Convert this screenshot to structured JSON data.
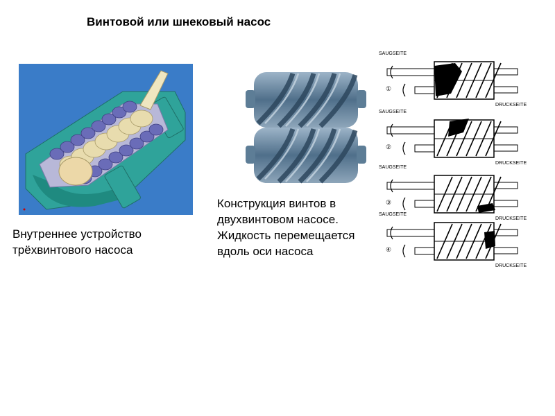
{
  "slide": {
    "title": "Винтовой или шнековый насос",
    "caption_left": [
      "Внутреннее устройство",
      "трёхвинтового насоса"
    ],
    "caption_mid": [
      "Конструкция винтов в",
      "двухвинтовом насосе.",
      "Жидкость перемещается",
      "вдоль оси насоса"
    ]
  },
  "stages": [
    {
      "number": "①",
      "suction": "SAUGSEITE",
      "pressure": "DRUCKSEITE"
    },
    {
      "number": "②",
      "suction": "SAUGSEITE",
      "pressure": "DRUCKSEITE"
    },
    {
      "number": "③",
      "suction": "SAUGSEITE",
      "pressure": "DRUCKSEITE"
    },
    {
      "number": "④",
      "suction": "SAUGSEITE",
      "pressure": "DRUCKSEITE"
    }
  ],
  "colors": {
    "cutaway_bg": "#3a7cc8",
    "housing": "#2fa39a",
    "rotor_main": "#e8dcae",
    "rotor_side": "#6a6cb8",
    "steel": "#6f8ea6"
  }
}
